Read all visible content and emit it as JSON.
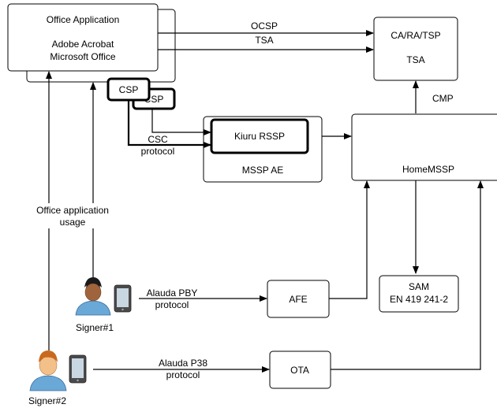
{
  "nodes": {
    "office_app": {
      "title": "Office Application",
      "line1": "Adobe Acrobat",
      "line2": "Microsoft Office"
    },
    "csp1": {
      "label": "CSP"
    },
    "csp2": {
      "label": "CSP"
    },
    "kiuru": {
      "label": "Kiuru RSSP"
    },
    "mssp_ae": {
      "label": "MSSP AE"
    },
    "ca": {
      "line1": "CA/RA/TSP",
      "line2": "TSA"
    },
    "homemssp": {
      "label": "HomeMSSP"
    },
    "afe": {
      "label": "AFE"
    },
    "ota": {
      "label": "OTA"
    },
    "sam": {
      "line1": "SAM",
      "line2": "EN 419 241-2"
    }
  },
  "edges": {
    "ocsp": "OCSP",
    "tsa": "TSA",
    "cmp": "CMP",
    "csc1": "CSC",
    "csc2": "protocol",
    "office_usage1": "Office application",
    "office_usage2": "usage",
    "pby1": "Alauda PBY",
    "pby2": "protocol",
    "p38_1": "Alauda P38",
    "p38_2": "protocol"
  },
  "actors": {
    "signer1": {
      "label": "Signer#1",
      "hair": "#1a1a1a",
      "skin": "#a0643c",
      "shirt": "#6aa8d8"
    },
    "signer2": {
      "label": "Signer#2",
      "hair": "#c86a1e",
      "skin": "#f4c08a",
      "shirt": "#6aa8d8"
    }
  }
}
